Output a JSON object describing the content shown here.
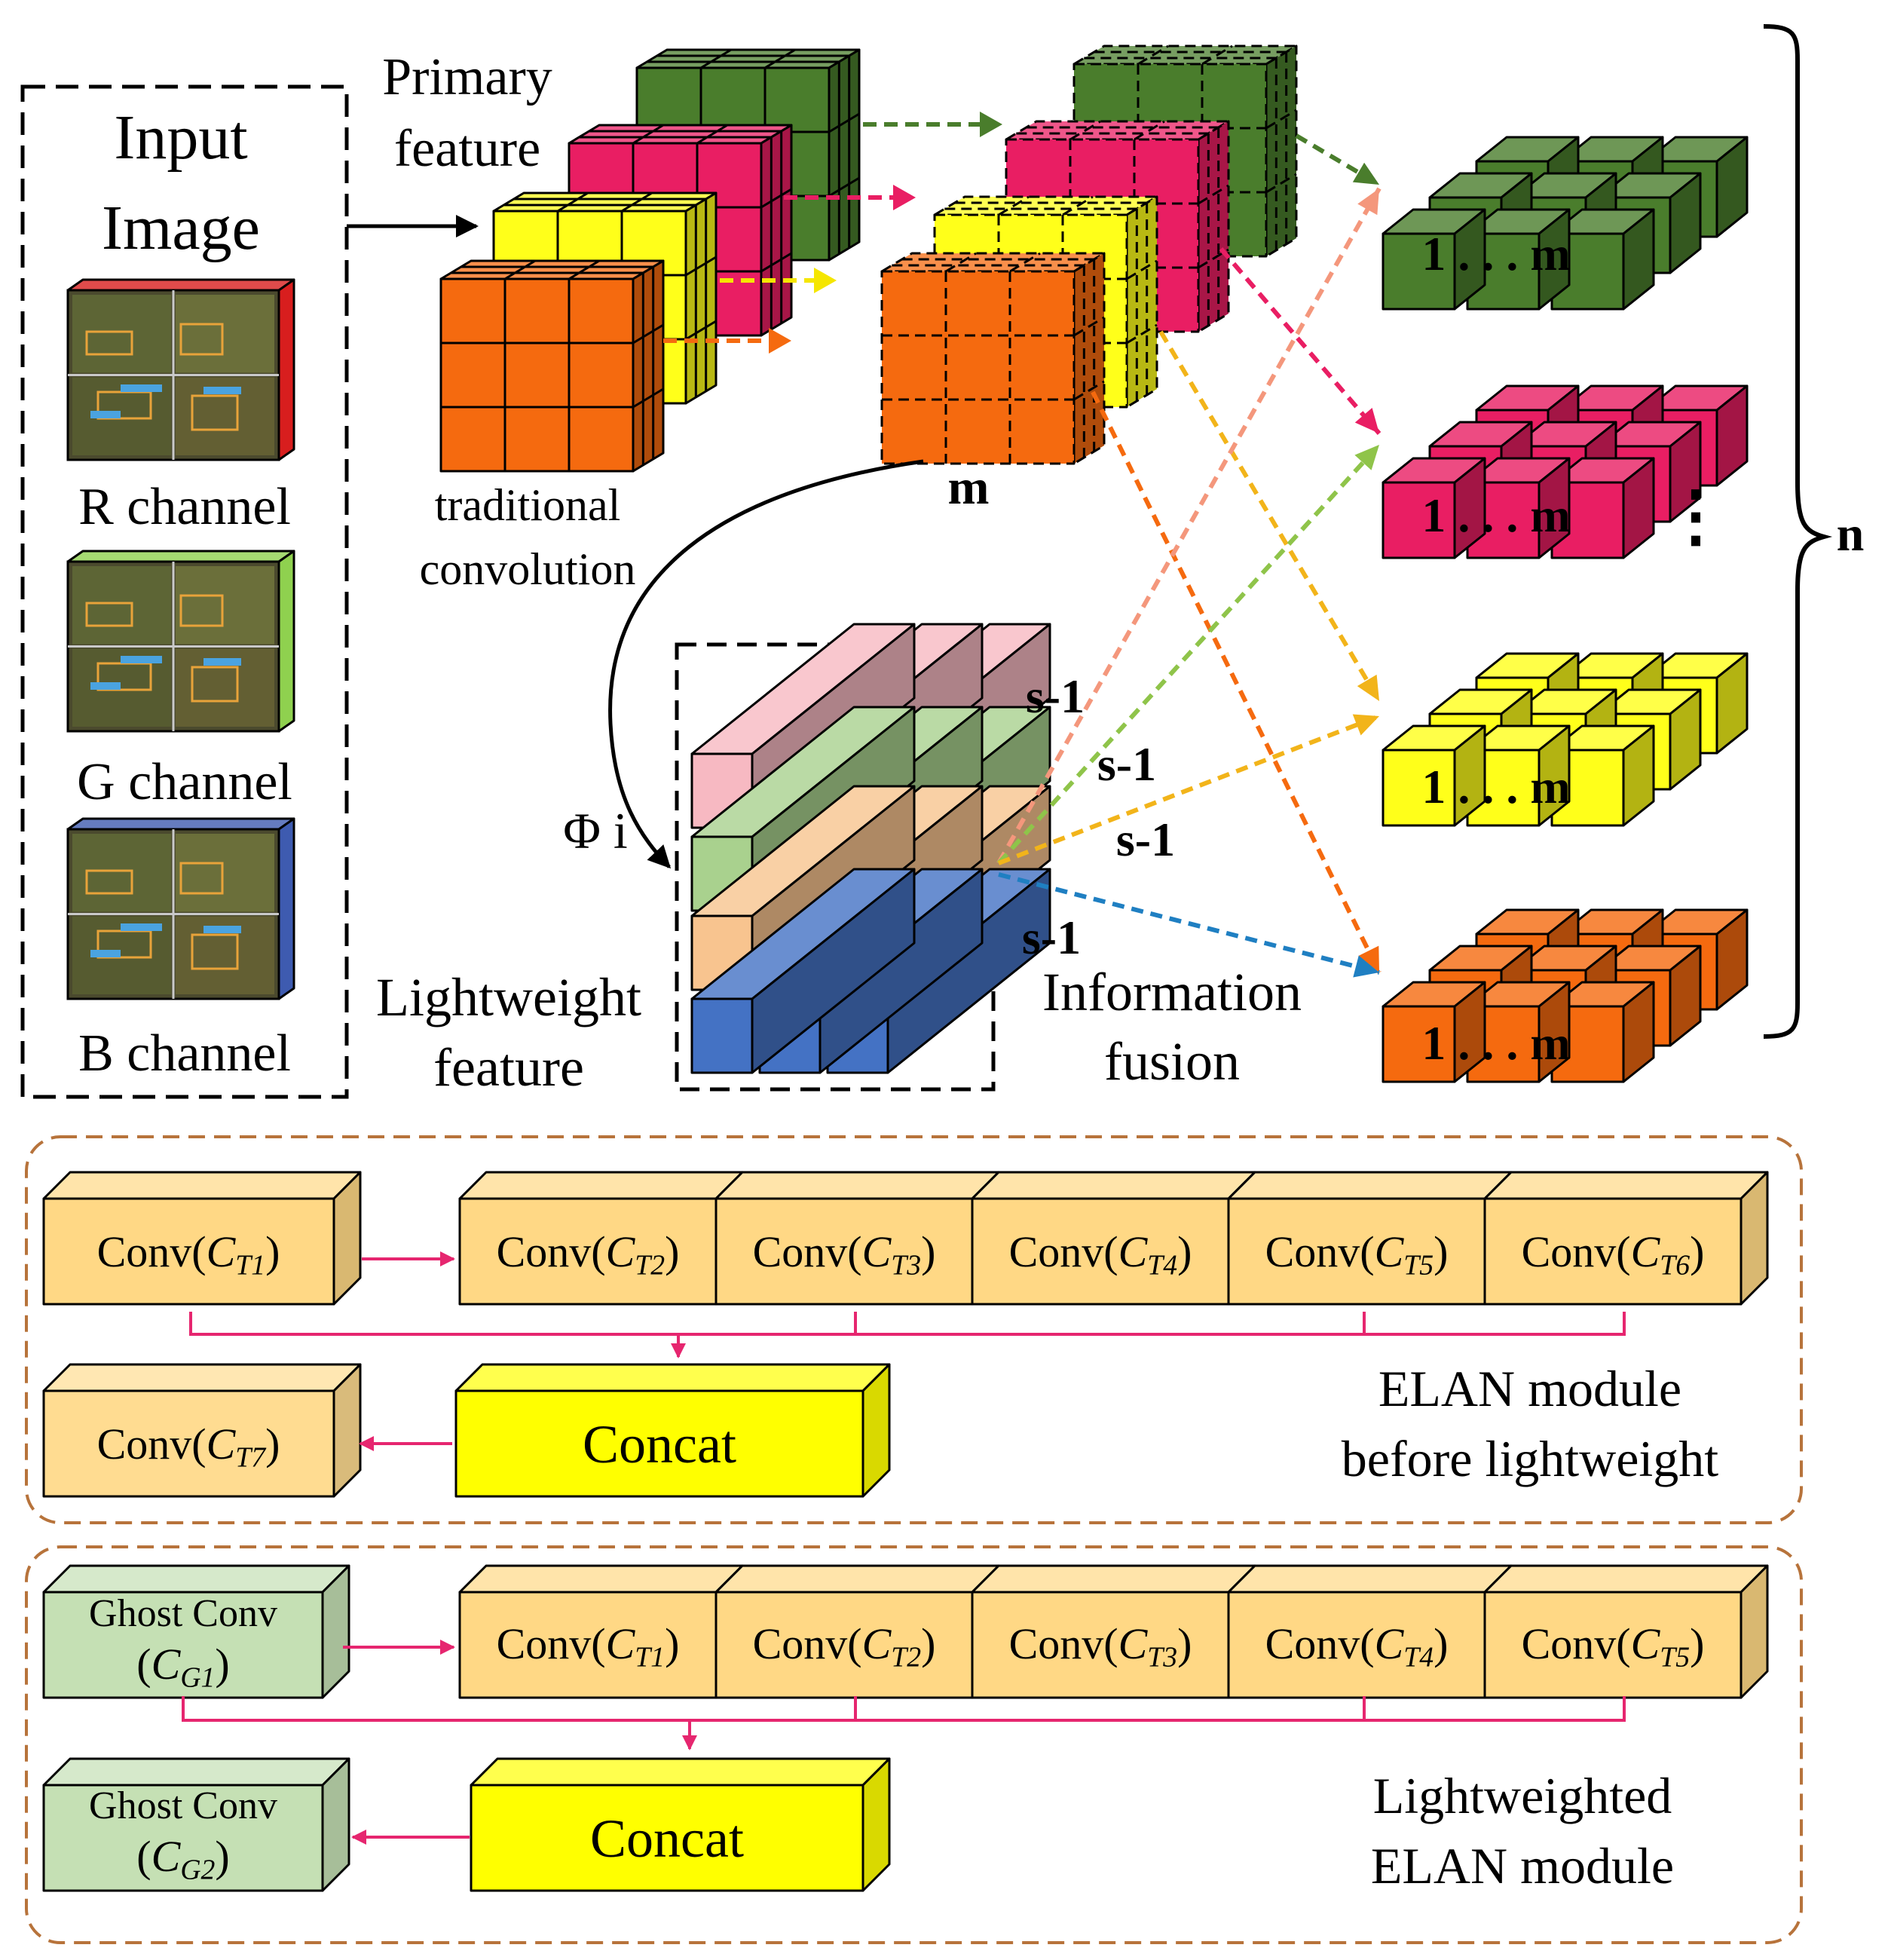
{
  "input": {
    "title_line1": "Input",
    "title_line2": "Image",
    "channels": [
      {
        "label": "R channel",
        "edge_color": "#d81e1e"
      },
      {
        "label": "G channel",
        "edge_color": "#8fd14f"
      },
      {
        "label": "B channel",
        "edge_color": "#3e5bb0"
      }
    ]
  },
  "primary": {
    "label_line1": "Primary",
    "label_line2": "feature",
    "conv_line1": "traditional",
    "conv_line2": "convolution"
  },
  "ghost": {
    "m_label": "m",
    "phi_label": "Φ i",
    "light_line1": "Lightweight",
    "light_line2": "feature",
    "s_labels": [
      "s-1",
      "s-1",
      "s-1",
      "s-1"
    ],
    "fusion_line1": "Information",
    "fusion_line2": "fusion"
  },
  "outputs": {
    "index_labels": [
      "1 . . . m",
      "1 . . . m",
      "1 . . . m",
      "1 . . . m"
    ],
    "dots": "⋮",
    "n_label": "n"
  },
  "colors": {
    "green": "#4a7d2c",
    "magenta": "#e91e63",
    "yellow": "#ffff1a",
    "orange": "#f56a0f",
    "pink_bar": "#f7b9c2",
    "green_bar": "#a9d18e",
    "peach_bar": "#f8c48f",
    "blue_bar": "#4472c4",
    "conv_box": "#ffd885",
    "ghost_box": "#c5e0b4",
    "concat_box": "#ffff00",
    "connector": "#e6266f",
    "dash_border": "#b7733b"
  },
  "elan_before": {
    "first": {
      "text": "Conv(",
      "sub": "T1"
    },
    "chain": [
      {
        "text": "Conv(",
        "sub": "T2"
      },
      {
        "text": "Conv(",
        "sub": "T3"
      },
      {
        "text": "Conv(",
        "sub": "T4"
      },
      {
        "text": "Conv(",
        "sub": "T5"
      },
      {
        "text": "Conv(",
        "sub": "T6"
      }
    ],
    "out": {
      "text": "Conv(",
      "sub": "T7"
    },
    "concat": "Concat",
    "caption_line1": "ELAN module",
    "caption_line2": "before lightweight"
  },
  "elan_light": {
    "first": {
      "line1": "Ghost Conv",
      "text": "(",
      "sub": "G1"
    },
    "chain": [
      {
        "text": "Conv(",
        "sub": "T1"
      },
      {
        "text": "Conv(",
        "sub": "T2"
      },
      {
        "text": "Conv(",
        "sub": "T3"
      },
      {
        "text": "Conv(",
        "sub": "T4"
      },
      {
        "text": "Conv(",
        "sub": "T5"
      }
    ],
    "out": {
      "line1": "Ghost Conv",
      "text": "(",
      "sub": "G2"
    },
    "concat": "Concat",
    "caption_line1": "Lightweighted",
    "caption_line2": "ELAN module"
  }
}
